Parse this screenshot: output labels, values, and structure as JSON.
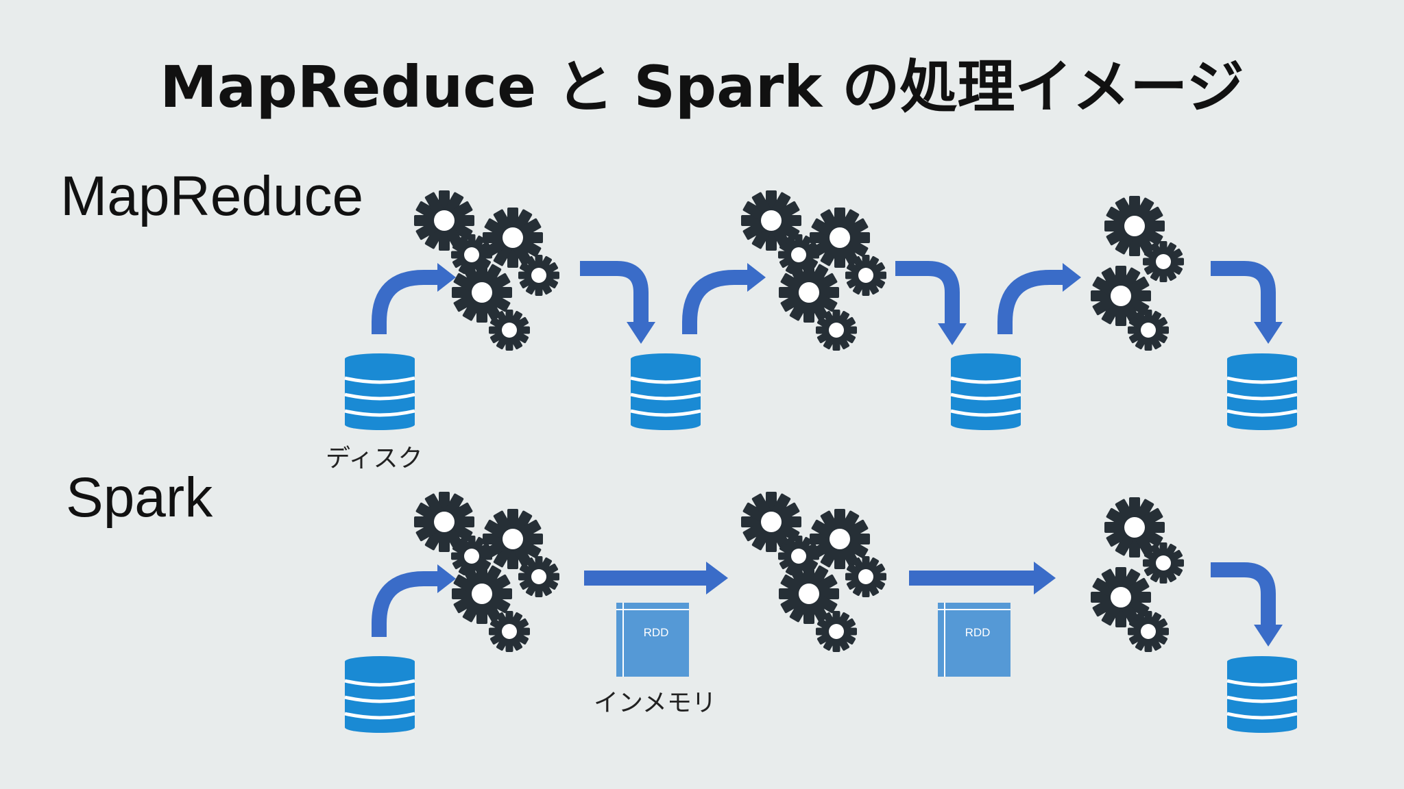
{
  "title": "MapReduce と Spark の処理イメージ",
  "rows": {
    "mapreduce": {
      "label": "MapReduce",
      "disk_caption": "ディスク"
    },
    "spark": {
      "label": "Spark",
      "memory_caption": "インメモリ",
      "rdd_label": "RDD"
    }
  },
  "colors": {
    "arrow": "#3a6cc8",
    "disk_fill": "#1a8ad4",
    "disk_line": "#ffffff",
    "gear": "#262f36",
    "gear_hole": "#ffffff",
    "rdd": "#5599d6",
    "background": "#e8ecec"
  },
  "icons": [
    "disk-stack-icon",
    "gear-cluster-icon",
    "rdd-block-icon"
  ]
}
